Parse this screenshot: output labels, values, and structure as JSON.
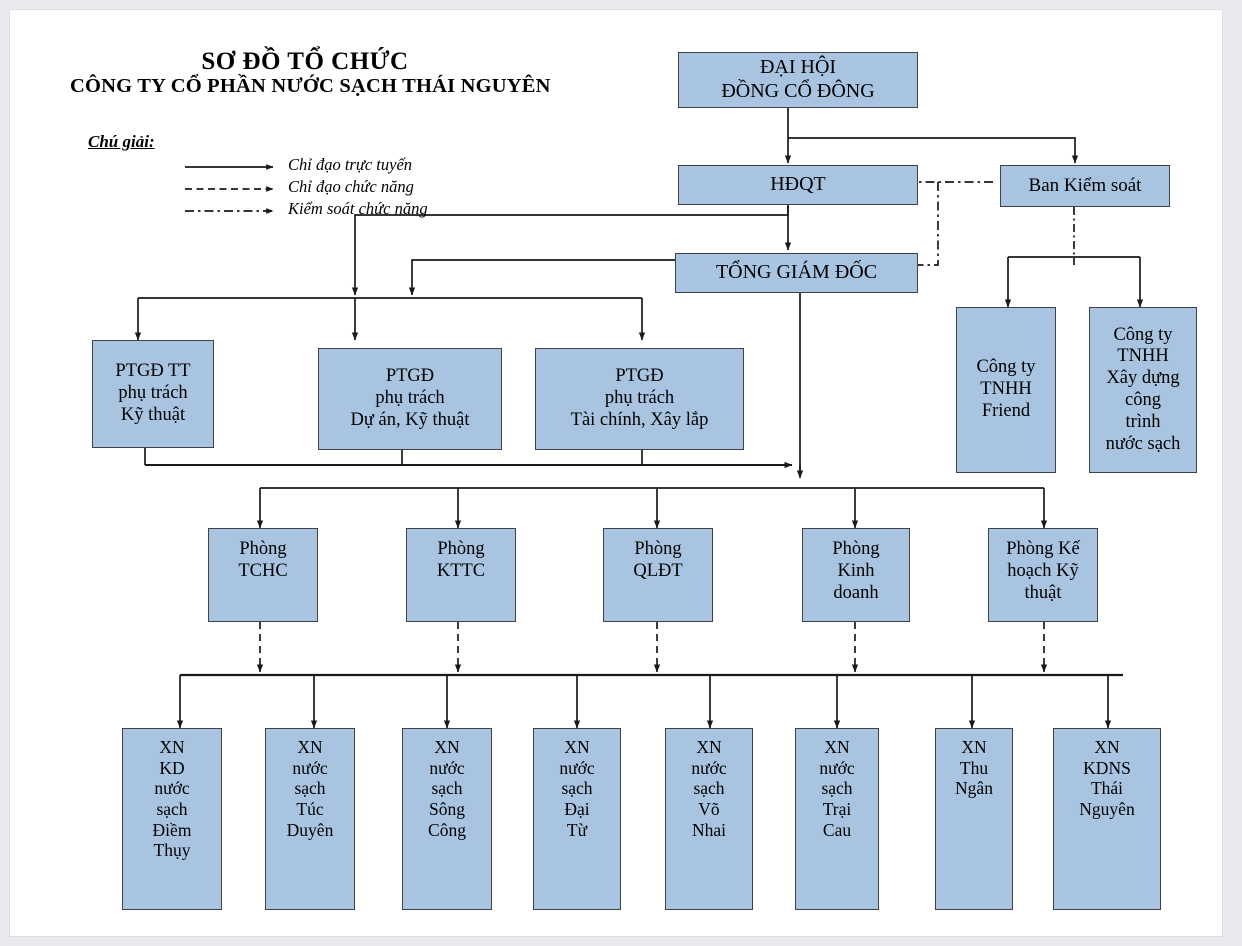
{
  "title": {
    "main": "SƠ ĐỒ TỔ CHỨC",
    "sub": "CÔNG TY CỔ PHẦN NƯỚC SẠCH THÁI NGUYÊN"
  },
  "legend": {
    "heading": "Chú giải:",
    "items": [
      {
        "style": "solid",
        "label": "Chỉ đạo trực tuyến"
      },
      {
        "style": "dashed",
        "label": "Chỉ đạo chức năng"
      },
      {
        "style": "dashdot",
        "label": "Kiểm soát chức năng"
      }
    ]
  },
  "colors": {
    "box_fill": "#a8c4e0",
    "box_border": "#41414a",
    "line": "#1a1a1a",
    "page_background": "#e9e9ee",
    "canvas_background": "#ffffff"
  },
  "nodes": {
    "assembly": {
      "lines": [
        "ĐẠI HỘI",
        "ĐỒNG CỔ ĐÔNG"
      ]
    },
    "board": {
      "lines": [
        "HĐQT"
      ]
    },
    "supervisory": {
      "lines": [
        "Ban Kiểm soát"
      ]
    },
    "ceo": {
      "lines": [
        "TỔNG GIÁM ĐỐC"
      ]
    },
    "deputies": [
      {
        "lines": [
          "PTGĐ TT",
          "phụ trách",
          "Kỹ thuật"
        ]
      },
      {
        "lines": [
          "PTGĐ",
          "phụ trách",
          "Dự án, Kỹ thuật"
        ]
      },
      {
        "lines": [
          "PTGĐ",
          "phụ trách",
          "Tài chính, Xây lắp"
        ]
      }
    ],
    "subsidiaries": [
      {
        "lines": [
          "Công ty",
          "TNHH",
          "Friend"
        ]
      },
      {
        "lines": [
          "Công ty",
          "TNHH",
          "Xây dựng",
          "công",
          "trình",
          "nước sạch"
        ]
      }
    ],
    "departments": [
      {
        "lines": [
          "Phòng",
          "TCHC"
        ]
      },
      {
        "lines": [
          "Phòng",
          "KTTC"
        ]
      },
      {
        "lines": [
          "Phòng",
          "QLĐT"
        ]
      },
      {
        "lines": [
          "Phòng",
          "Kinh",
          "doanh"
        ]
      },
      {
        "lines": [
          "Phòng Kế",
          "hoạch Kỹ",
          "thuật"
        ]
      }
    ],
    "units": [
      {
        "lines": [
          "XN",
          "KD",
          "nước",
          "sạch",
          "Điềm",
          "Thụy"
        ]
      },
      {
        "lines": [
          "XN",
          "nước",
          "sạch",
          "Túc",
          "Duyên"
        ]
      },
      {
        "lines": [
          "XN",
          "nước",
          "sạch",
          "Sông",
          "Công"
        ]
      },
      {
        "lines": [
          "XN",
          "nước",
          "sạch",
          "Đại",
          "Từ"
        ]
      },
      {
        "lines": [
          "XN",
          "nước",
          "sạch",
          "Võ",
          "Nhai"
        ]
      },
      {
        "lines": [
          "XN",
          "nước",
          "sạch",
          "Trại",
          "Cau"
        ]
      },
      {
        "lines": [
          "XN",
          "Thu",
          "Ngân"
        ]
      },
      {
        "lines": [
          "XN",
          "KDNS",
          "Thái",
          "Nguyên"
        ]
      }
    ]
  }
}
